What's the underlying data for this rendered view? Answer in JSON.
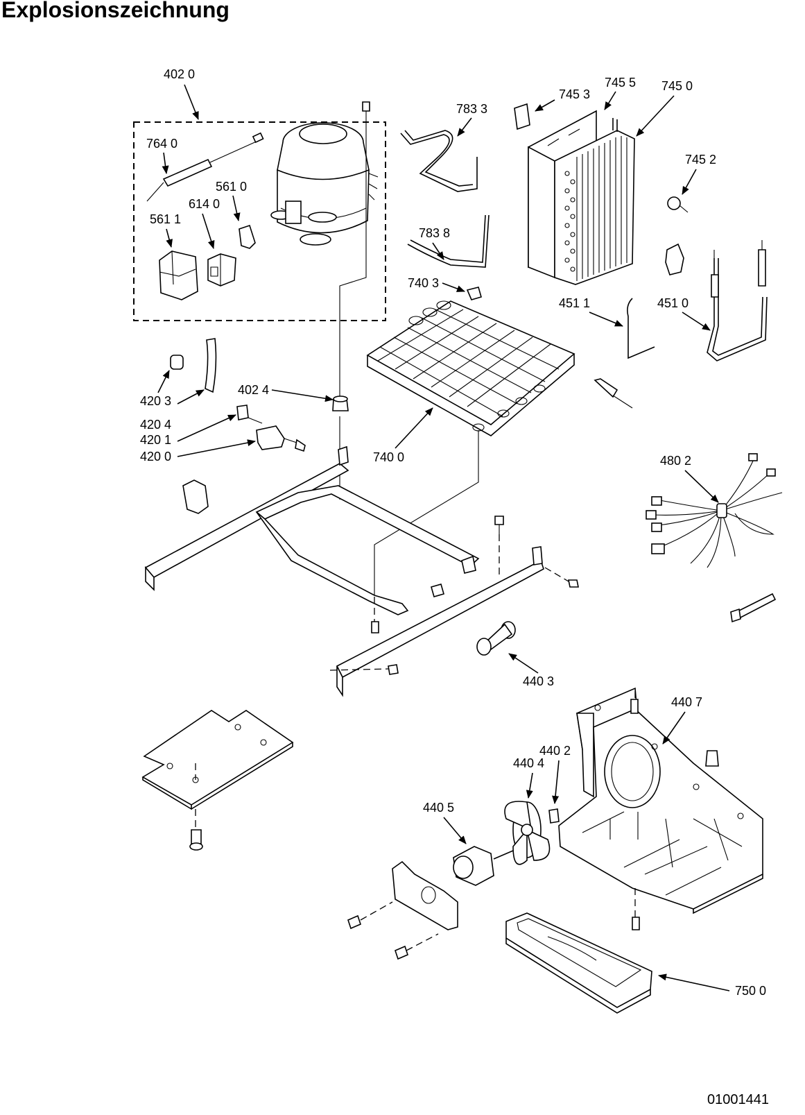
{
  "title": "Explosionszeichnung",
  "document_number": "01001441",
  "callouts": {
    "c4020": "402 0",
    "c7640": "764 0",
    "c5610": "561 0",
    "c6140": "614 0",
    "c5611": "561 1",
    "c7833": "783 3",
    "c7838": "783 8",
    "c7403": "740 3",
    "c7453": "745 3",
    "c7455": "745 5",
    "c7450": "745 0",
    "c7452": "745 2",
    "c4511": "451 1",
    "c4510": "451 0",
    "c4203": "420 3",
    "c4204": "420 4",
    "c4201": "420 1",
    "c4200": "420 0",
    "c4024": "402 4",
    "c7400": "740 0",
    "c4802": "480 2",
    "c4403": "440 3",
    "c4407": "440 7",
    "c4402": "440 2",
    "c4404": "440 4",
    "c4405": "440 5",
    "c7500": "750 0"
  }
}
